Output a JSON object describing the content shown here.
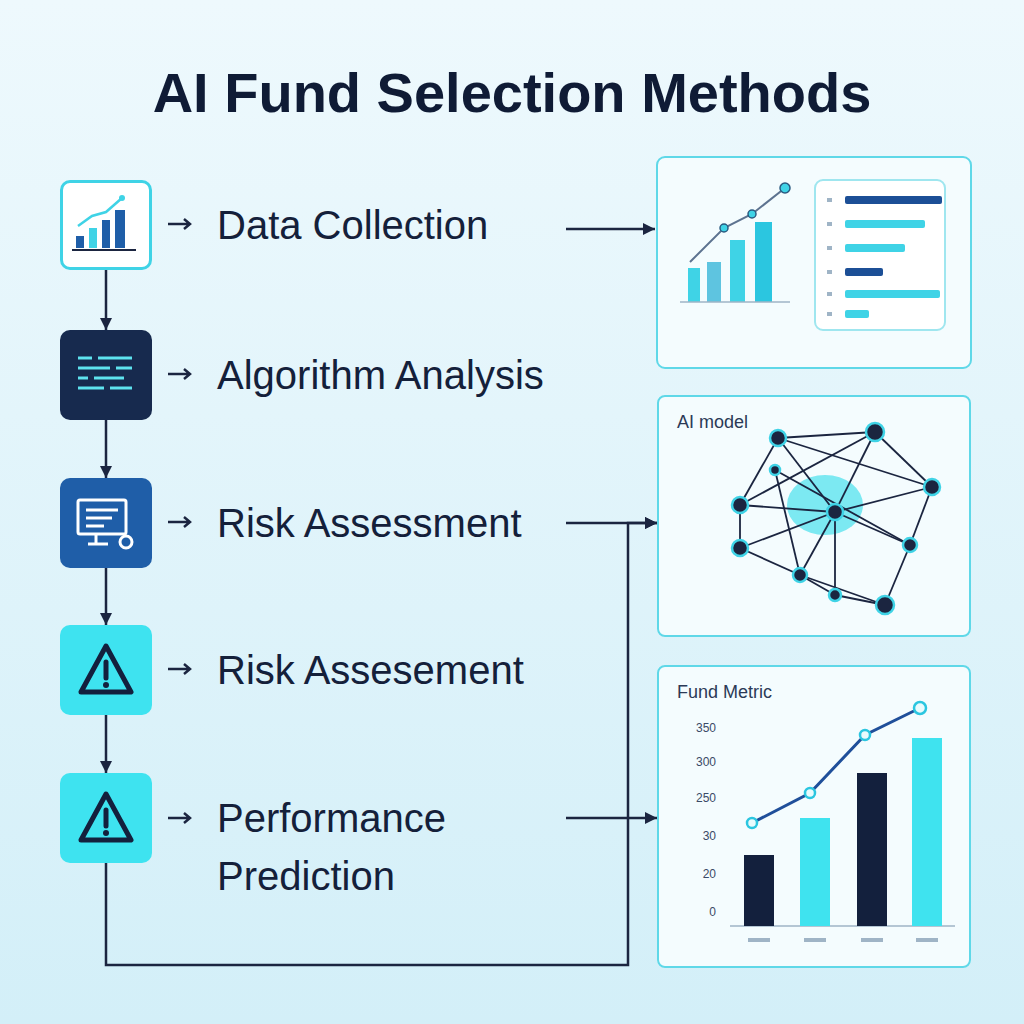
{
  "diagram": {
    "title": "AI Fund Selection Methods",
    "nodes": [
      {
        "text": [
          "Data Collection"
        ]
      },
      {
        "text": [
          "Algorithm Analysis"
        ]
      },
      {
        "text": [
          "Risk Assessment"
        ]
      },
      {
        "text": [
          "Risk Assesement"
        ]
      },
      {
        "text": [
          "Performance Prediction"
        ]
      },
      {
        "text": [
          "AI model"
        ]
      },
      {
        "text": [
          "Fund Metric"
        ]
      }
    ],
    "edges": [
      {
        "from": 0,
        "to": 1,
        "arrow": "to"
      },
      {
        "from": 1,
        "to": 2,
        "arrow": "to"
      },
      {
        "from": 2,
        "to": 3,
        "arrow": "to"
      },
      {
        "from": 3,
        "to": 4,
        "arrow": "to"
      },
      {
        "from": 2,
        "to": 5,
        "arrow": "to"
      },
      {
        "from": 4,
        "to": 5,
        "arrow": "to"
      },
      {
        "from": 4,
        "to": 6,
        "arrow": "to"
      }
    ],
    "labels": [
      "350",
      "300",
      "250",
      "30",
      "20",
      "0"
    ]
  }
}
